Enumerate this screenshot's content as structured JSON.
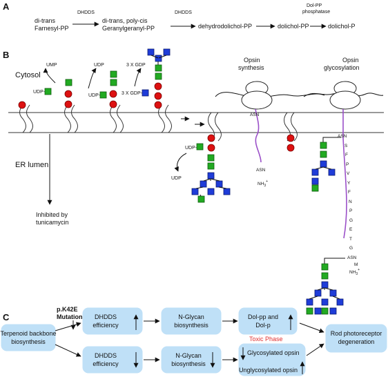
{
  "panels": {
    "a": "A",
    "b": "B",
    "c": "C"
  },
  "panel_a": {
    "farnesyl": [
      "di-trans",
      "Farnesyl-PP"
    ],
    "dhdds_1": "DHDDS",
    "geranyl": [
      "di-trans, poly-cis",
      "Geranylgeranyl-PP"
    ],
    "dhdds_2": "DHDDS",
    "dehydrodolichol": "dehydrodolichol-PP",
    "dolichol_pp": "dolichol-PP",
    "phosphatase": [
      "Dol-PP",
      "phosphatase"
    ],
    "dolichol_p": "dolichol-P"
  },
  "panel_b": {
    "cytosol": "Cytosol",
    "er_lumen": "ER lumen",
    "ump": "UMP",
    "udp_a": "UDP",
    "udp_glcnac": "UDP-",
    "udp_b": "UDP",
    "gdp_out": "3 X GDP",
    "gdp_in": "3 X GDP-",
    "inhibited": [
      "Inhibited by",
      "tunicamycin"
    ],
    "udp_lumen_in": "UDP-",
    "udp_lumen_out": "UDP",
    "opsin_synthesis": [
      "Opsin",
      "synthesis"
    ],
    "opsin_glycosylation": [
      "Opsin",
      "glycosylation"
    ],
    "asn": "ASN",
    "nh3": "NH",
    "nh3_sub": "3",
    "nh3_sup": "+",
    "peptide": [
      "S",
      "F",
      "P",
      "V",
      "Y",
      "F",
      "N",
      "P",
      "G",
      "E",
      "T",
      "G"
    ],
    "m": "M"
  },
  "panel_c": {
    "terpenoid": [
      "Terpenoid backbone",
      "biosynthesis"
    ],
    "mutation": [
      "p.K42E",
      "Mutation"
    ],
    "dhdds_up": [
      "DHDDS",
      "efficiency"
    ],
    "nglycan_up": [
      "N-Glycan",
      "biosynthesis"
    ],
    "dol_up": [
      "Dol-pp and",
      "Dol-p"
    ],
    "toxic": "Toxic Phase",
    "dhdds_down": [
      "DHDDS",
      "efficiency"
    ],
    "nglycan_down": [
      "N-Glycan",
      "biosynthesis"
    ],
    "glycosylated": "Glycosylated opsin",
    "unglycosylated": "Unglycosylated opsin",
    "rod": [
      "Rod photoreceptor",
      "degeneration"
    ]
  },
  "colors": {
    "box_fill": "#bfe0f7",
    "glcnac": "#22aa22",
    "mannose": "#dd1111",
    "glucose": "#1f3cd8",
    "peptide": "#9a4fc8",
    "toxic": "#e03030"
  }
}
